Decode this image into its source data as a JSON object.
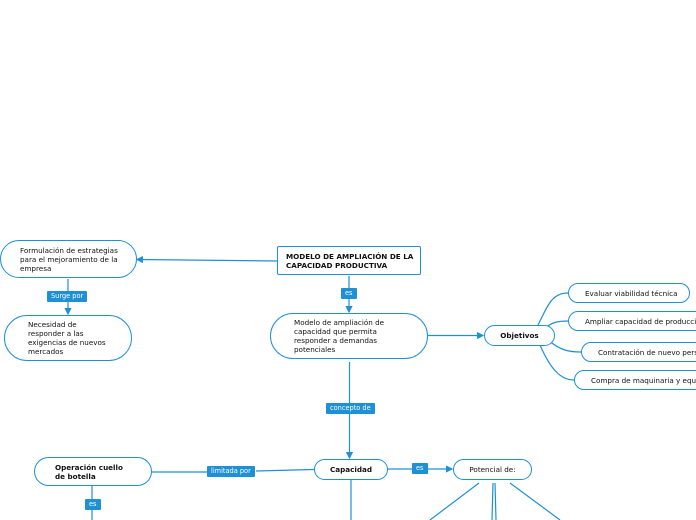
{
  "nodes": {
    "main": "MODELO DE AMPLIACIÓN DE LA\nCAPACIDAD PRODUCTIVA",
    "formulacion": "Formulación de estrategias\npara el mejoramiento de la\nempresa",
    "necesidad": "Necesidad de\nresponder a las\nexigencias de nuevos\nmercados",
    "modelo": "Modelo de ampliación de\ncapacidad que permita\nresponder a demandas\npotenciales",
    "objetivos": "Objetivos",
    "obj1": "Evaluar viabilidad técnica",
    "obj2": "Ampliar capacidad de producción",
    "obj3": "Contratación de nuevo personal",
    "obj4": "Compra de maquinaria y equipo",
    "capacidad": "Capacidad",
    "potencial": "Potencial de:",
    "operacion": "Operación cuello\nde botella"
  },
  "tags": {
    "surge": "Surge por",
    "es1": "es",
    "concepto": "concepto de",
    "limitada": "limitada por",
    "es2": "es",
    "es3": "es"
  },
  "colors": {
    "accent": "#1e90d6"
  }
}
